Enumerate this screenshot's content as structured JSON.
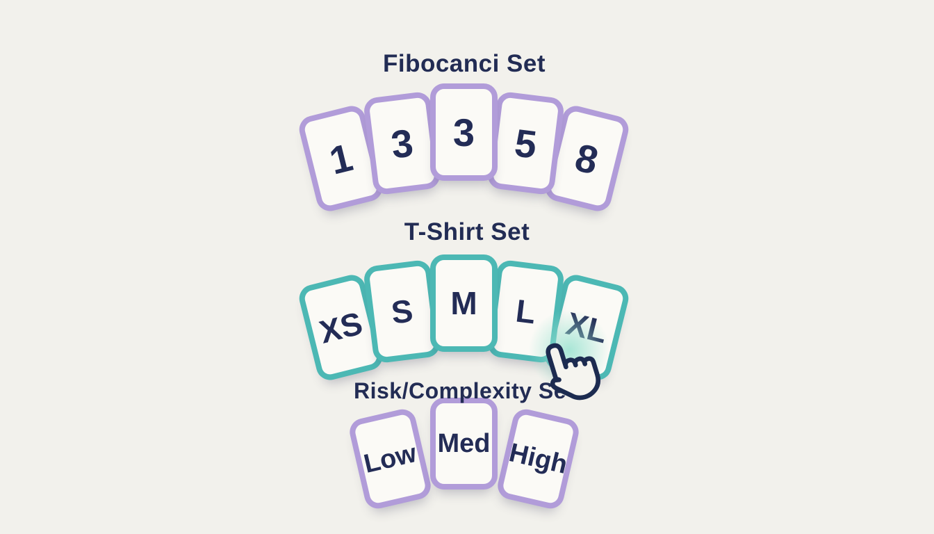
{
  "canvas": {
    "background_color": "#f2f1ec",
    "text_color": "#222c54",
    "card_face_color": "#fbfaf6"
  },
  "sets": [
    {
      "title": "Fibocanci Set",
      "border_color": "#b19cd9",
      "cards": [
        "1",
        "3",
        "3",
        "5",
        "8"
      ]
    },
    {
      "title": "T-Shirt Set",
      "border_color": "#4cb8b4",
      "cards": [
        "XS",
        "S",
        "M",
        "L",
        "XL"
      ],
      "hovered_card": "XL"
    },
    {
      "title": "Risk/Complexity Se",
      "border_color": "#b19cd9",
      "cards": [
        "Low",
        "Med",
        "High"
      ]
    }
  ],
  "cursor": {
    "icon": "pointer-hand-icon",
    "outline_color": "#1c2b50",
    "glow_color": "#99e2d0"
  }
}
